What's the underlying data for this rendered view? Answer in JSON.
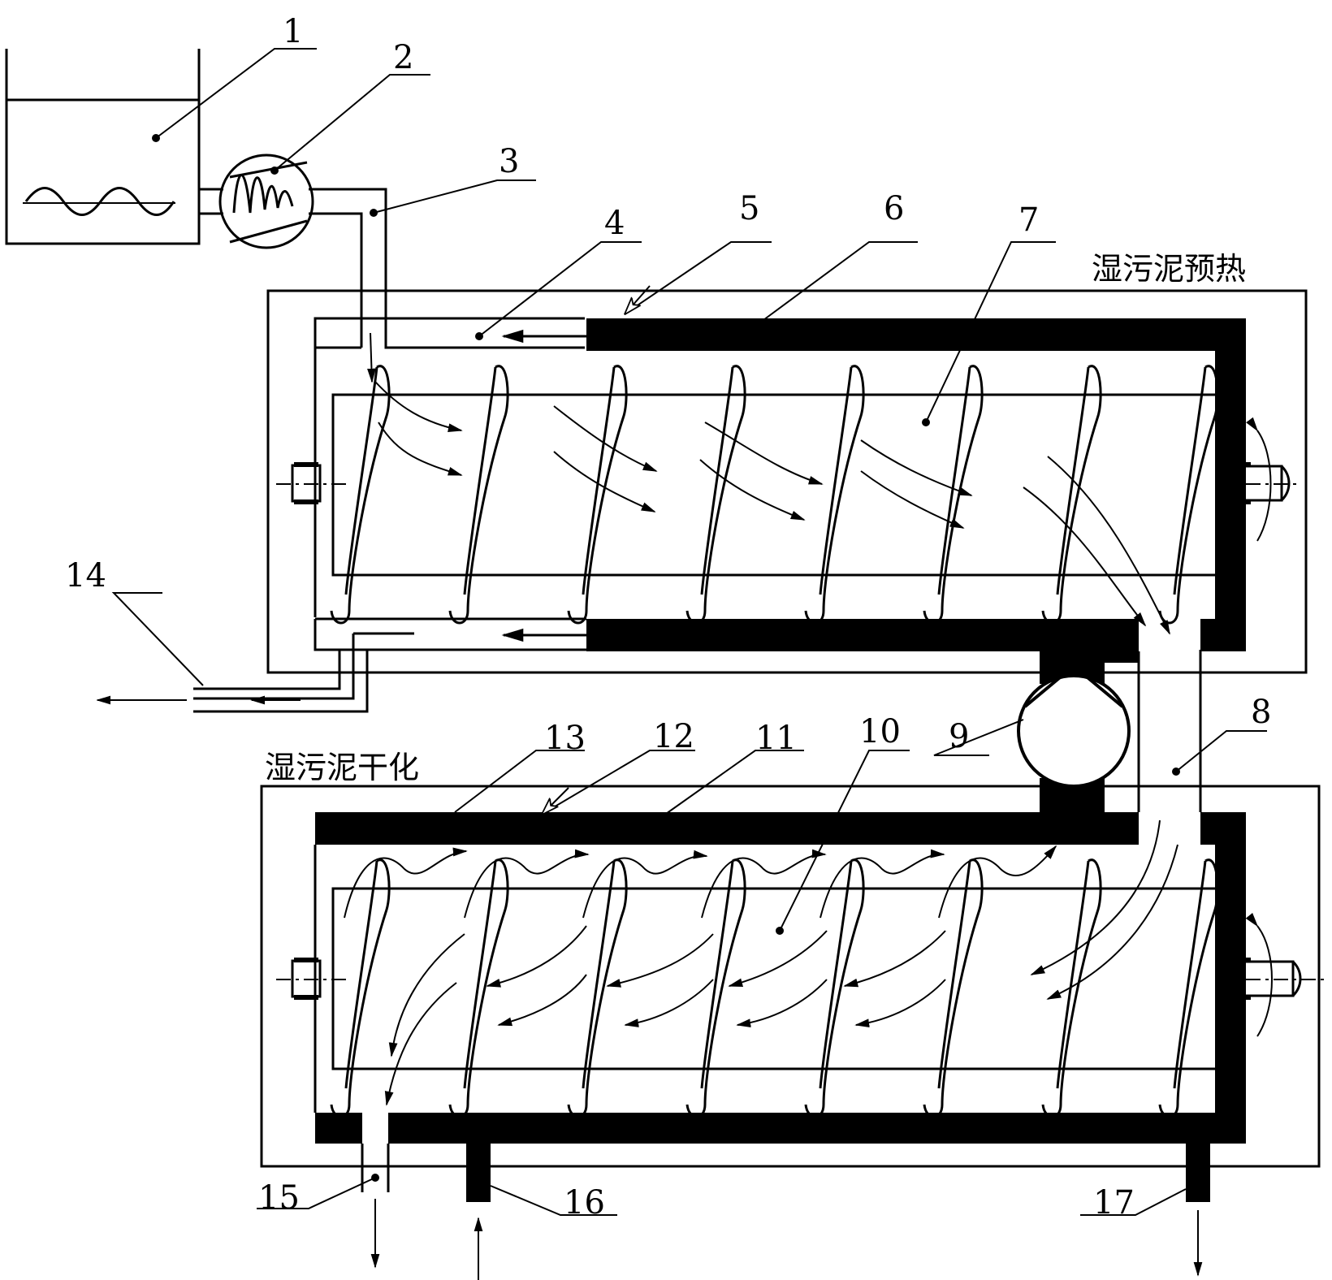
{
  "captions": {
    "upper": "湿污泥预热",
    "lower": "湿污泥干化"
  },
  "labels": [
    {
      "id": "l1",
      "text": "1"
    },
    {
      "id": "l2",
      "text": "2"
    },
    {
      "id": "l3",
      "text": "3"
    },
    {
      "id": "l4",
      "text": "4"
    },
    {
      "id": "l5",
      "text": "5"
    },
    {
      "id": "l6",
      "text": "6"
    },
    {
      "id": "l7",
      "text": "7"
    },
    {
      "id": "l8",
      "text": "8"
    },
    {
      "id": "l9",
      "text": "9"
    },
    {
      "id": "l10",
      "text": "10"
    },
    {
      "id": "l11",
      "text": "11"
    },
    {
      "id": "l12",
      "text": "12"
    },
    {
      "id": "l13",
      "text": "13"
    },
    {
      "id": "l14",
      "text": "14"
    },
    {
      "id": "l15",
      "text": "15"
    },
    {
      "id": "l16",
      "text": "16"
    },
    {
      "id": "l17",
      "text": "17"
    }
  ],
  "colors": {
    "line": "#000000",
    "background": "#ffffff"
  }
}
